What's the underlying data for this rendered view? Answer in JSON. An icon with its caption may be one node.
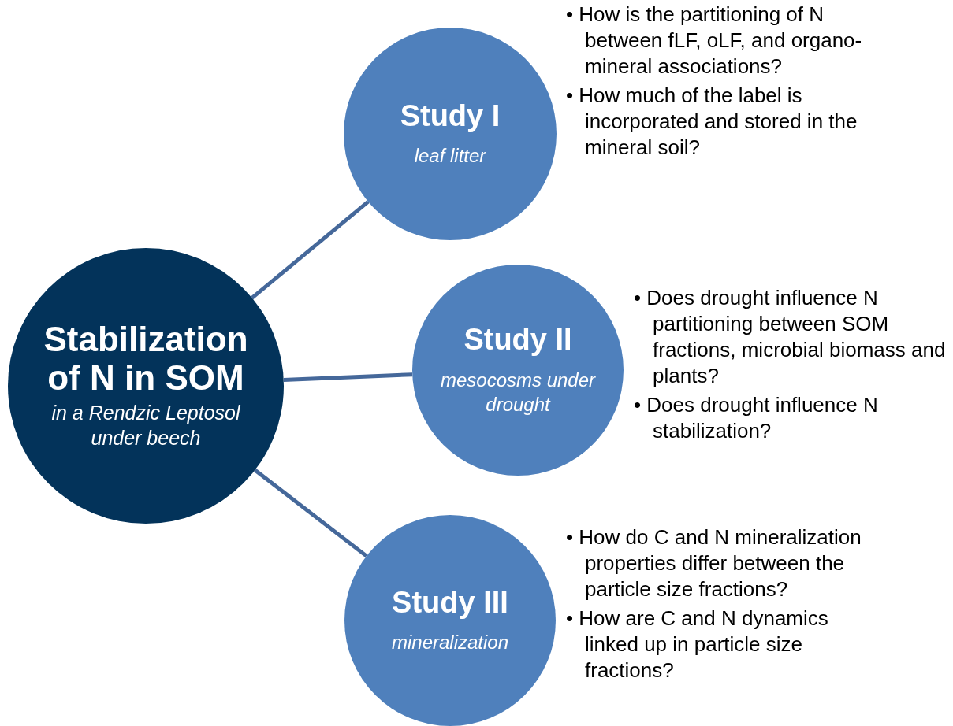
{
  "diagram": {
    "nodes": [
      {
        "text": [
          "Stabilization of N in SOM",
          "in a Rendzic Leptosol under beech"
        ]
      },
      {
        "text": [
          "Study I",
          "leaf litter"
        ],
        "beside": [
          "• How is the partitioning of N between fLF, oLF, and organo-mineral associations?",
          "• How much of the label is incorporated and stored in the mineral soil?"
        ]
      },
      {
        "text": [
          "Study II",
          "mesocosms under drought"
        ],
        "beside": [
          "• Does drought influence N partitioning between SOM fractions, microbial biomass and plants?",
          "• Does drought influence N stabilization?"
        ]
      },
      {
        "text": [
          "Study III",
          "mineralization"
        ],
        "beside": [
          "• How do C and N mineralization properties differ between the particle size fractions?",
          "• How are C and N dynamics linked up in particle size fractions?"
        ]
      }
    ],
    "edges": [
      {
        "from": 0,
        "to": 1,
        "arrow": "none"
      },
      {
        "from": 0,
        "to": 2,
        "arrow": "none"
      },
      {
        "from": 0,
        "to": 3,
        "arrow": "none"
      }
    ]
  }
}
